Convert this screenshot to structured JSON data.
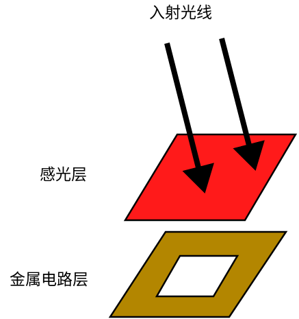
{
  "labels": {
    "incident_light": "入射光线",
    "photosensitive_layer": "感光层",
    "metal_circuit_layer": "金属电路层"
  },
  "colors": {
    "photosensitive_layer": "#ff1a1a",
    "metal_circuit_layer": "#b38600",
    "outline": "#000000",
    "arrow": "#000000",
    "background": "#ffffff"
  }
}
